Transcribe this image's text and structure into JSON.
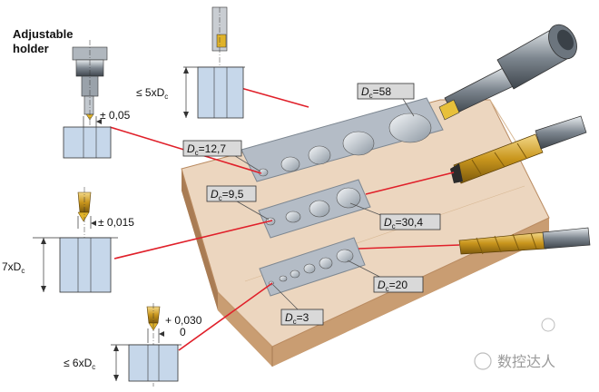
{
  "figure": {
    "holder_title_line1": "Adjustable",
    "holder_title_line2": "holder",
    "tolerances": {
      "holder": "± 0,05",
      "middle_tool": "± 0,015",
      "bottom_tool_plus": "+ 0,030",
      "bottom_tool_zero": "0"
    },
    "depth_limits": {
      "top": "≤ 5xD",
      "middle": "7xD",
      "bottom": "≤ 6xD",
      "subscript": "c"
    },
    "diameter_tags": {
      "subscript": "c",
      "d58": {
        "prefix": "D",
        "value": "=58"
      },
      "d12_7": {
        "prefix": "D",
        "value": "=12,7"
      },
      "d9_5": {
        "prefix": "D",
        "value": "=9,5"
      },
      "d30_4": {
        "prefix": "D",
        "value": "=30,4"
      },
      "d20": {
        "prefix": "D",
        "value": "=20"
      },
      "d3": {
        "prefix": "D",
        "value": "=3"
      }
    },
    "watermark": "数控达人"
  },
  "colors": {
    "block_top": "#ecd6bf",
    "block_side": "#c9a07a",
    "block_front": "#b98a60",
    "pocket": "#b4bcc6",
    "hole": "#dfe4ea",
    "leader": "#e0202a",
    "tag_bg": "#d9d9d9",
    "workpiece": "#c6d7ea",
    "gold": "#d9a72a",
    "steel": "#8a949e"
  }
}
